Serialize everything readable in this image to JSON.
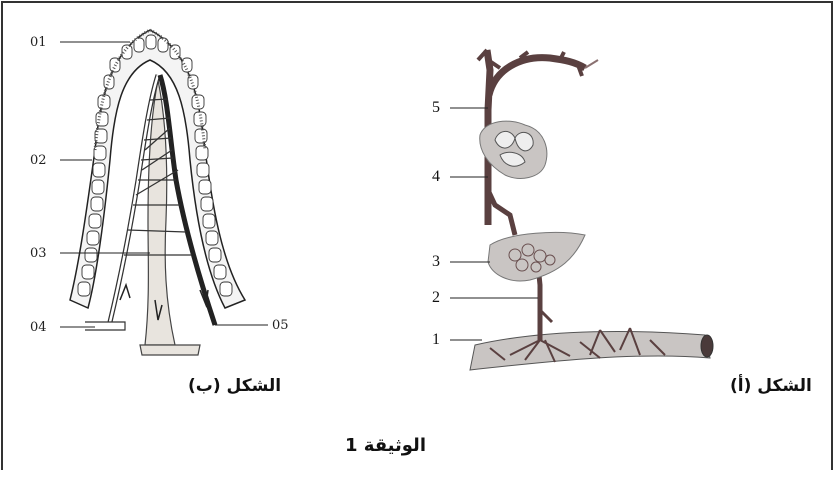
{
  "figure_b": {
    "labels": [
      "01",
      "02",
      "03",
      "04",
      "05"
    ],
    "caption": "الشكل (ب)"
  },
  "figure_a": {
    "labels": [
      "5",
      "4",
      "3",
      "2",
      "1"
    ],
    "caption": "الشكل (أ)"
  },
  "document_title": "الوثيقة 1"
}
